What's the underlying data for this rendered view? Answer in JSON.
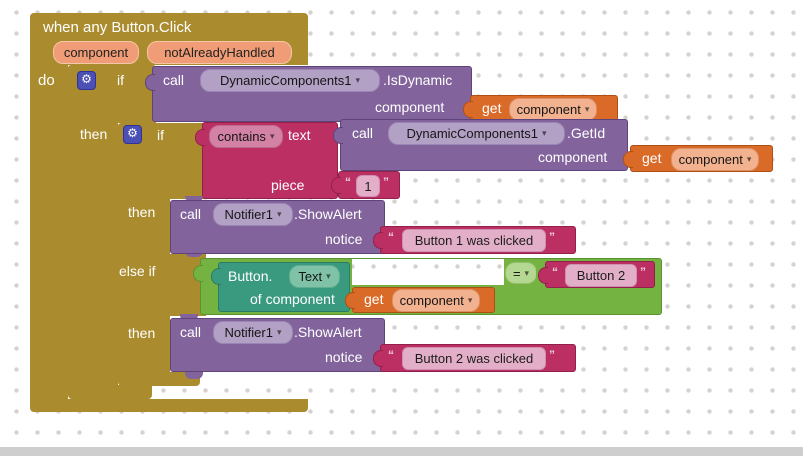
{
  "ui": {
    "dropdown_arrow": "▾",
    "open_quote": "“",
    "close_quote": "”",
    "gear_icon": "⚙"
  },
  "colors": {
    "control_gold": "#aa8b2d",
    "procedure_purple": "#82639b",
    "variable_orange": "#da6a27",
    "text_magenta": "#bc2f63",
    "logic_green": "#74b341",
    "component_teal": "#3a9a80",
    "param_salmon": "#f09c76",
    "mutator_blue": "#4c50b4",
    "scrollbar_gray": "#cecece"
  },
  "when_block": {
    "title": "when any Button.Click",
    "params": [
      "component",
      "notAlreadyHandled"
    ],
    "do_label": "do"
  },
  "if_outer": {
    "if_label": "if",
    "then_label": "then"
  },
  "call_isdynamic": {
    "call_label": "call",
    "component": "DynamicComponents1",
    "method": ".IsDynamic",
    "arg_label": "component"
  },
  "get_component_1": {
    "get_label": "get",
    "variable": "component"
  },
  "if_inner": {
    "if_label": "if",
    "then_label": "then",
    "else_if_label": "else if",
    "then2_label": "then"
  },
  "contains_block": {
    "operator": "contains",
    "text_label": "text",
    "piece_label": "piece"
  },
  "string_piece": {
    "value": "1"
  },
  "call_getid": {
    "call_label": "call",
    "component": "DynamicComponents1",
    "method": ".GetId",
    "arg_label": "component"
  },
  "get_component_2": {
    "get_label": "get",
    "variable": "component"
  },
  "call_showalert_1": {
    "call_label": "call",
    "component": "Notifier1",
    "method": ".ShowAlert",
    "arg_label": "notice"
  },
  "string_alert_1": {
    "value": "Button 1 was clicked"
  },
  "logic_compare": {
    "operator": "="
  },
  "any_button_text": {
    "prefix": "Button.",
    "property": "Text",
    "of_label": "of component"
  },
  "get_component_3": {
    "get_label": "get",
    "variable": "component"
  },
  "string_button2": {
    "value": "Button 2"
  },
  "call_showalert_2": {
    "call_label": "call",
    "component": "Notifier1",
    "method": ".ShowAlert",
    "arg_label": "notice"
  },
  "string_alert_2": {
    "value": "Button 2 was clicked"
  }
}
